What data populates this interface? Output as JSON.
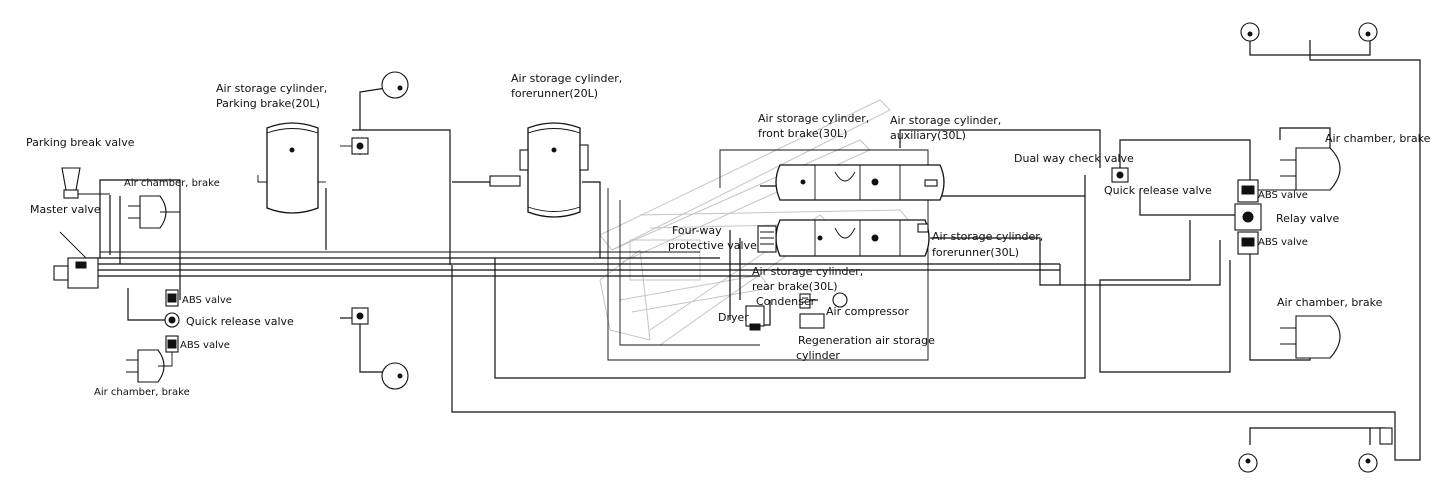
{
  "labels": {
    "parking_break_valve": "Parking break valve",
    "master_valve": "Master valve",
    "air_chamber_brake_left_top": "Air chamber, brake",
    "air_chamber_brake_left_bottom": "Air chamber, brake",
    "abs_valve_left_top": "ABS valve",
    "abs_valve_left_bottom": "ABS valve",
    "quick_release_valve_left": "Quick release valve",
    "parking_cyl_line1": "Air storage cylinder,",
    "parking_cyl_line2": "Parking brake(20L)",
    "forerunner_cyl_top_line1": "Air storage cylinder,",
    "forerunner_cyl_top_line2": "forerunner(20L)",
    "front_brake_line1": "Air storage cylinder,",
    "front_brake_line2": "front brake(30L)",
    "auxiliary_line1": "Air storage cylinder,",
    "auxiliary_line2": "auxiliary(30L)",
    "four_way_line1": "Four-way",
    "four_way_line2": "protective valve",
    "forerunner_cyl_right_line1": "Air storage cylinder,",
    "forerunner_cyl_right_line2": "forerunner(30L)",
    "rear_brake_line1": "Air storage cylinder,",
    "rear_brake_line2": "rear brake(30L)",
    "condenser": "Condenser",
    "air_compressor": "Air compressor",
    "dryer": "Dryer",
    "regen_line1": "Regeneration air storage",
    "regen_line2": "cylinder",
    "dual_way_check_valve": "Dual way check valve",
    "quick_release_valve_right": "Quick release valve",
    "abs_valve_right_top": "ABS valve",
    "relay_valve": "Relay valve",
    "abs_valve_right_bottom": "ABS valve",
    "air_chamber_brake_right_top": "Air chamber, brake",
    "air_chamber_brake_right_bottom": "Air chamber, brake"
  },
  "colors": {
    "line": "#111111",
    "background": "#ffffff",
    "watermark": "#c4c4c4"
  }
}
